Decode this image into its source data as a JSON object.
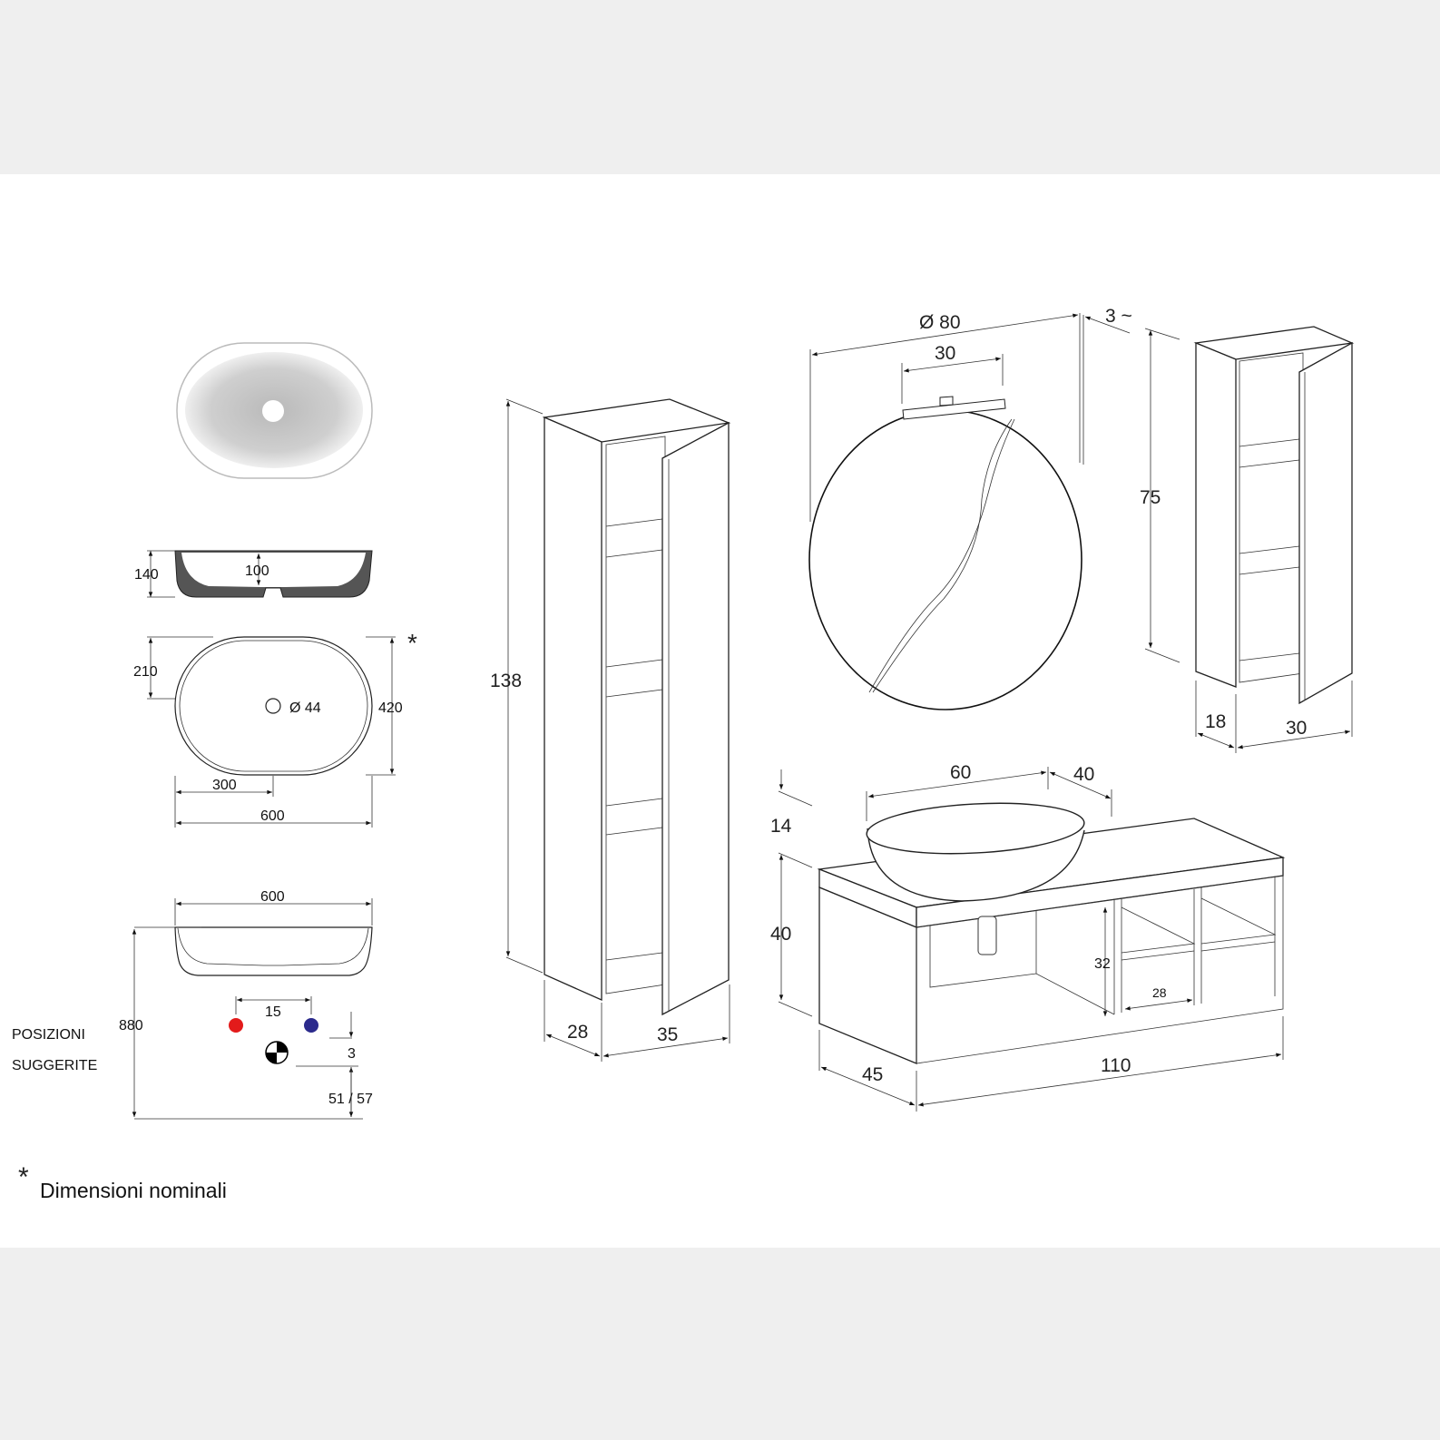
{
  "sink": {
    "section_height": "140",
    "drain_depth": "100",
    "half_depth": "210",
    "drain_diameter": "Ø 44",
    "depth": "420",
    "half_width": "300",
    "width": "600",
    "nominal_marker": "*",
    "side_width": "600",
    "install_height": "880",
    "tap_spacing": "15",
    "tap_offset": "3",
    "drain_height": "51 / 57",
    "positions_label_1": "POSIZIONI",
    "positions_label_2": "SUGGERITE",
    "hot_color": "#e31b1b",
    "cold_color": "#2b2a8c"
  },
  "footnote": {
    "marker": "*",
    "text": "Dimensioni nominali"
  },
  "tall_cabinet": {
    "height": "138",
    "depth": "28",
    "width": "35"
  },
  "mirror": {
    "diameter": "Ø 80",
    "lamp_width": "30",
    "thickness": "3 ~"
  },
  "wall_cabinet": {
    "height": "75",
    "depth": "18",
    "width": "30"
  },
  "vanity": {
    "basin_width": "60",
    "basin_depth": "40",
    "basin_height": "14",
    "height": "40",
    "shelf_height": "32",
    "shelf_width": "28",
    "depth": "45",
    "width": "110"
  }
}
